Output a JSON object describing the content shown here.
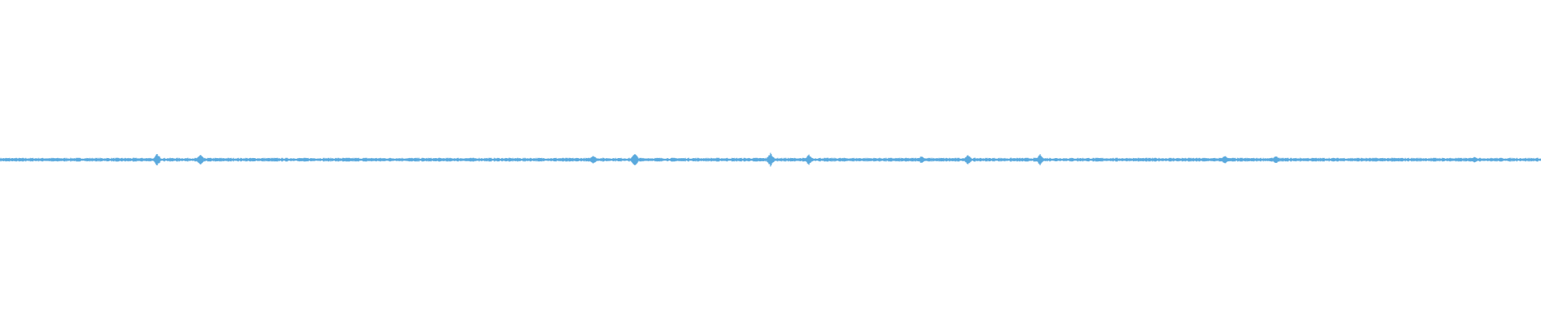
{
  "waveform": {
    "color": "#5aa9dd",
    "baseline_amplitude": 0.012,
    "peaks": [
      {
        "position": 0.102,
        "amplitude": 0.04
      },
      {
        "position": 0.13,
        "amplitude": 0.035
      },
      {
        "position": 0.385,
        "amplitude": 0.03
      },
      {
        "position": 0.412,
        "amplitude": 0.045
      },
      {
        "position": 0.5,
        "amplitude": 0.045
      },
      {
        "position": 0.525,
        "amplitude": 0.035
      },
      {
        "position": 0.598,
        "amplitude": 0.025
      },
      {
        "position": 0.628,
        "amplitude": 0.035
      },
      {
        "position": 0.675,
        "amplitude": 0.035
      },
      {
        "position": 0.795,
        "amplitude": 0.03
      },
      {
        "position": 0.828,
        "amplitude": 0.025
      },
      {
        "position": 0.957,
        "amplitude": 0.022
      }
    ]
  }
}
